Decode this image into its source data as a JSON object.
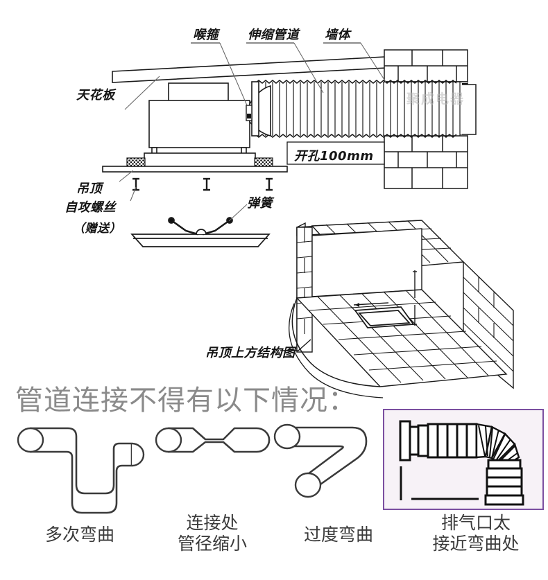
{
  "document": {
    "type": "installation-diagram",
    "subject": "ceiling-exhaust-fan-duct-installation",
    "language": "zh"
  },
  "top_diagram": {
    "labels": {
      "hose_clamp": "喉箍",
      "flexible_duct": "伸缩管道",
      "wall": "墙体",
      "ceiling_slab": "天花板",
      "suspended_ceiling": "吊顶",
      "self_tapping_screw": "自攻螺丝",
      "screw_note": "（赠送）",
      "spring": "弹簧",
      "opening_size": "开孔100mm"
    },
    "watermark": "聚成电器"
  },
  "mid_diagram": {
    "caption": "吊顶上方结构图"
  },
  "warning_section": {
    "heading": "管道连接不得有以下情况：",
    "heading_color": "#8a8a8a",
    "items": [
      {
        "id": "multiple-bends",
        "caption_lines": [
          "多次弯曲"
        ]
      },
      {
        "id": "diameter-reduction",
        "caption_lines": [
          "连接处",
          "管径缩小"
        ]
      },
      {
        "id": "excessive-bend",
        "caption_lines": [
          "过度弯曲"
        ]
      },
      {
        "id": "outlet-near-bend",
        "caption_lines": [
          "排气口太",
          "接近弯曲处"
        ],
        "highlight_border": "#7b4fa0",
        "highlight_fill": "#f7f2f7"
      }
    ]
  },
  "colors": {
    "line": "#1a1a1a",
    "heading_gray": "#8a8a8a",
    "caption_gray": "#3a3a3a",
    "highlight": "#7b4fa0"
  }
}
